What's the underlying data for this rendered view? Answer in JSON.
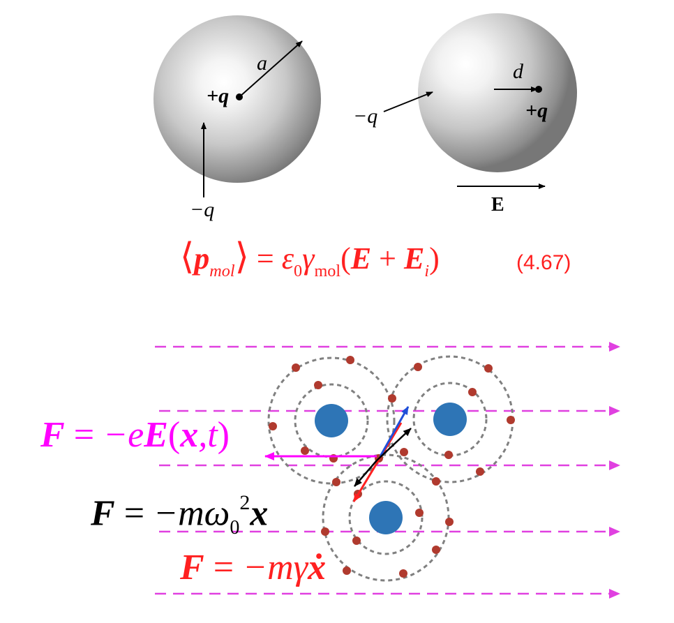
{
  "top_left_sphere": {
    "radius_label": "a",
    "center_charge": "+q",
    "outer_charge": "−q"
  },
  "top_right_sphere": {
    "displacement_label": "d",
    "shifted_charge": "+q",
    "outer_charge": "−q",
    "field_label": "E"
  },
  "equation_467": {
    "lhs_p": "p",
    "lhs_sub": "mol",
    "eps": "ε",
    "eps_sub": "0",
    "gamma": "γ",
    "gamma_sub": "mol",
    "E": "E",
    "Ei": "E",
    "Ei_sub": "i",
    "number": "(4.67)"
  },
  "force_electric": {
    "F": "F",
    "rhs_minus_e": "−e",
    "E": "E",
    "args_open": "(",
    "x": "x",
    "comma_t": ",t",
    "args_close": ")"
  },
  "force_restoring": {
    "F": "F",
    "rhs": "−mω",
    "sub": "0",
    "sup": "2",
    "x": "x"
  },
  "force_damping": {
    "F": "F",
    "rhs": "−mγ",
    "x_dot": "ẋ"
  },
  "colors": {
    "electric": "#ff00ff",
    "restoring": "#000000",
    "damping": "#ff0000",
    "field_line": "#e040e0",
    "nucleus": "#2e75b6",
    "electron": "#b03a2e",
    "shell": "#808080",
    "arrow_blue": "#1f4fd8"
  }
}
